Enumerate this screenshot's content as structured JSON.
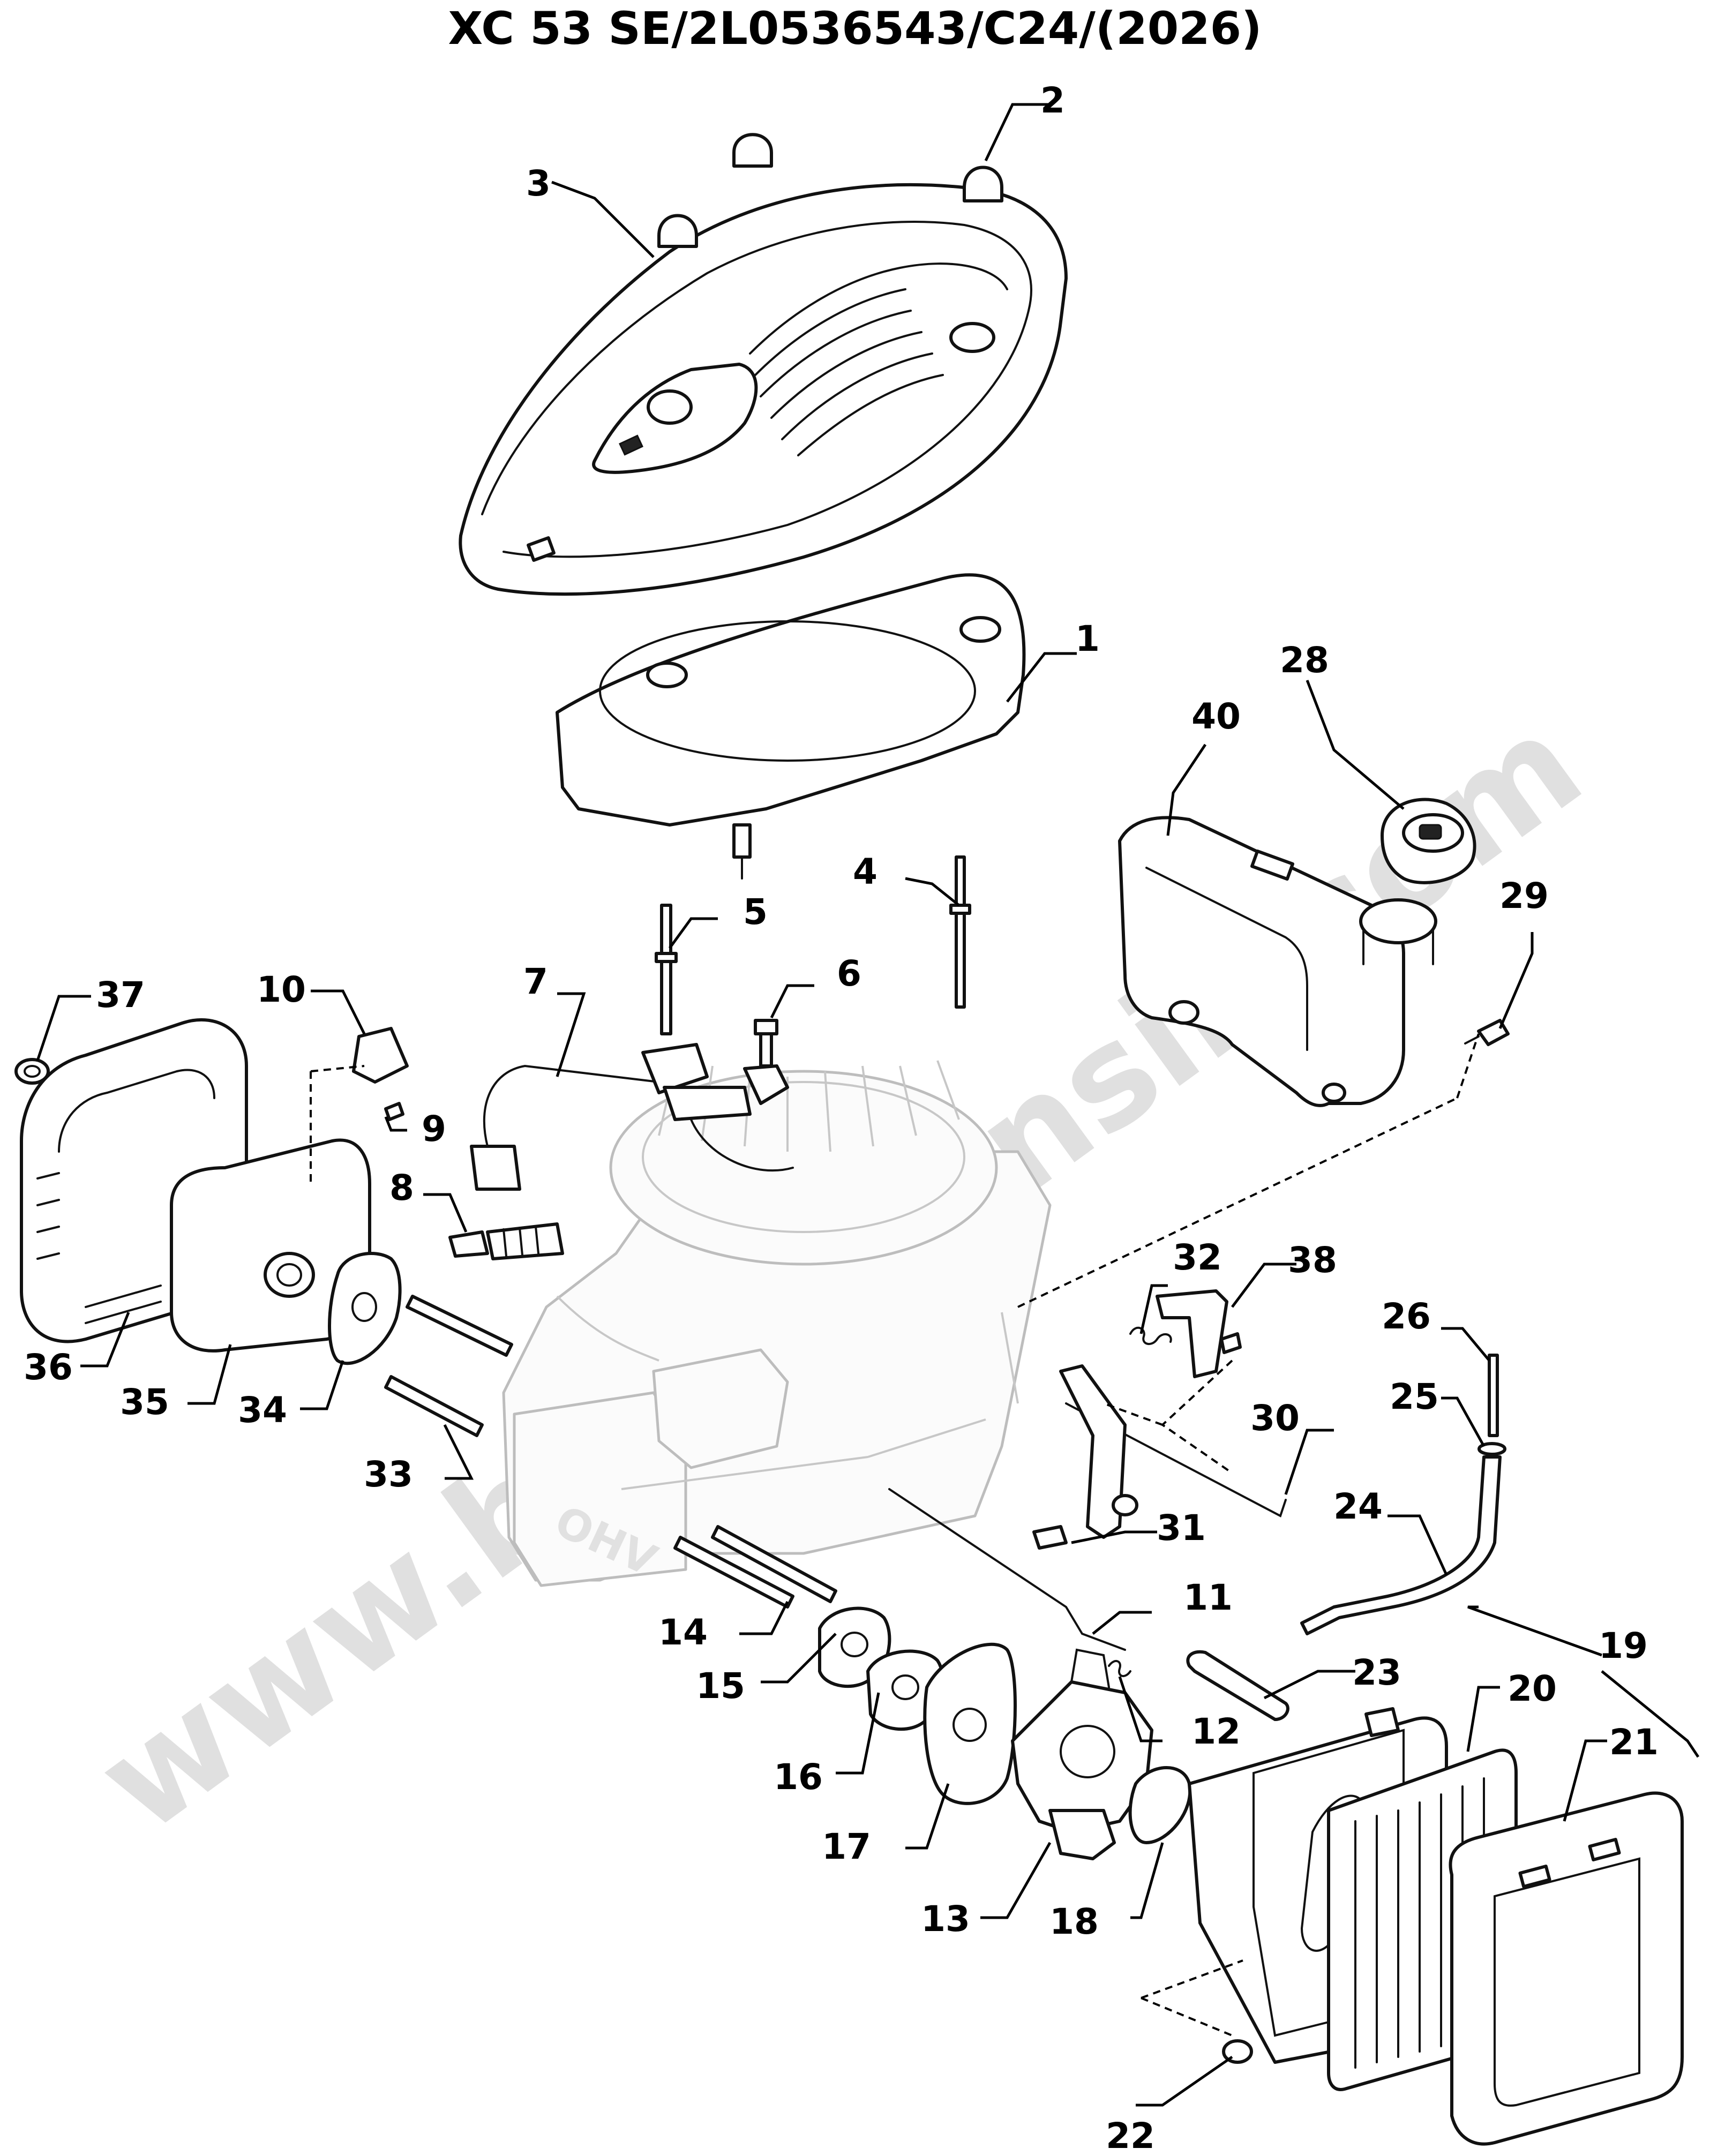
{
  "title": "XC 53 SE/2L0536543/C24/(2026)",
  "watermark": "www.bricoutensili.com",
  "callouts": [
    {
      "id": "1",
      "label": "1"
    },
    {
      "id": "2",
      "label": "2"
    },
    {
      "id": "3",
      "label": "3"
    },
    {
      "id": "4",
      "label": "4"
    },
    {
      "id": "5",
      "label": "5"
    },
    {
      "id": "6",
      "label": "6"
    },
    {
      "id": "7",
      "label": "7"
    },
    {
      "id": "8",
      "label": "8"
    },
    {
      "id": "9",
      "label": "9"
    },
    {
      "id": "10",
      "label": "10"
    },
    {
      "id": "11",
      "label": "11"
    },
    {
      "id": "12",
      "label": "12"
    },
    {
      "id": "13",
      "label": "13"
    },
    {
      "id": "14",
      "label": "14"
    },
    {
      "id": "15",
      "label": "15"
    },
    {
      "id": "16",
      "label": "16"
    },
    {
      "id": "17",
      "label": "17"
    },
    {
      "id": "18",
      "label": "18"
    },
    {
      "id": "19",
      "label": "19"
    },
    {
      "id": "20",
      "label": "20"
    },
    {
      "id": "21",
      "label": "21"
    },
    {
      "id": "22",
      "label": "22"
    },
    {
      "id": "23",
      "label": "23"
    },
    {
      "id": "24",
      "label": "24"
    },
    {
      "id": "25",
      "label": "25"
    },
    {
      "id": "26",
      "label": "26"
    },
    {
      "id": "28",
      "label": "28"
    },
    {
      "id": "29",
      "label": "29"
    },
    {
      "id": "30",
      "label": "30"
    },
    {
      "id": "31",
      "label": "31"
    },
    {
      "id": "32",
      "label": "32"
    },
    {
      "id": "33",
      "label": "33"
    },
    {
      "id": "34",
      "label": "34"
    },
    {
      "id": "35",
      "label": "35"
    },
    {
      "id": "36",
      "label": "36"
    },
    {
      "id": "37",
      "label": "37"
    },
    {
      "id": "38",
      "label": "38"
    },
    {
      "id": "40",
      "label": "40"
    }
  ]
}
